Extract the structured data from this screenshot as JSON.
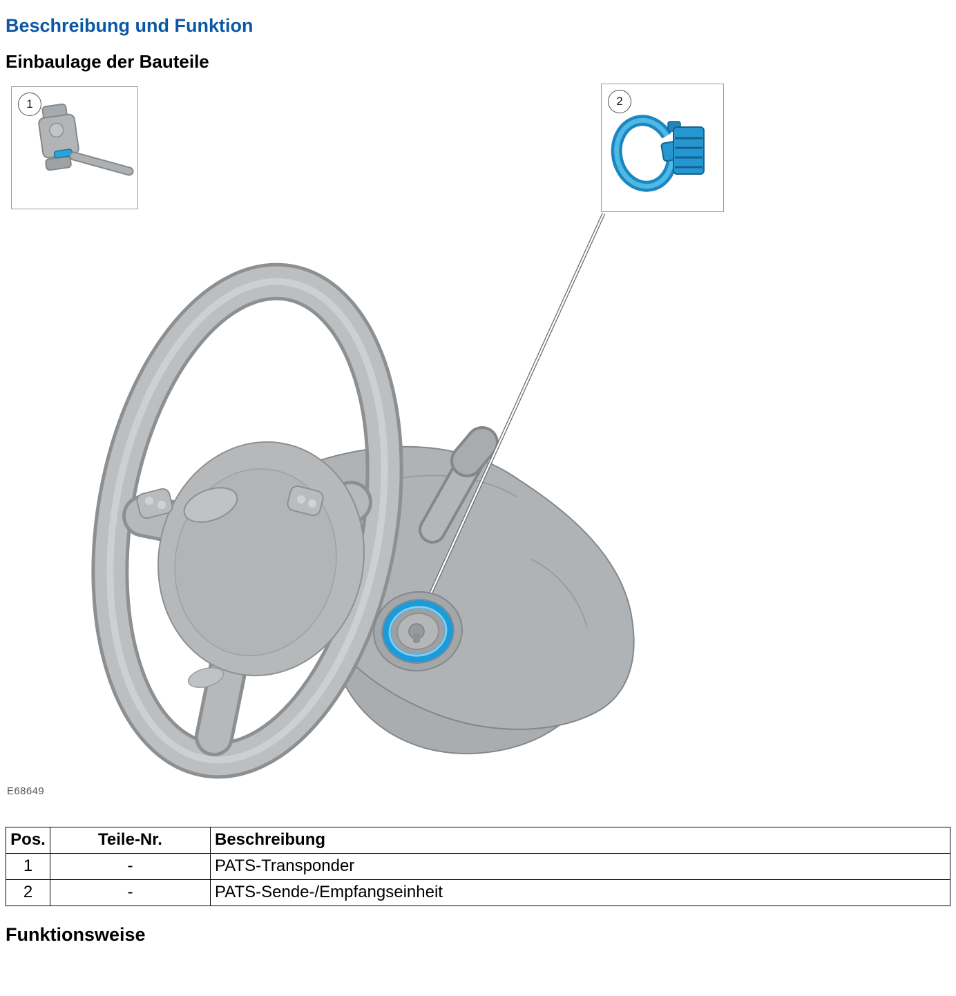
{
  "page": {
    "section_title": "Beschreibung und Funktion",
    "subsection_title": "Einbaulage der Bauteile",
    "figure_label": "E68649",
    "footer_heading": "Funktionsweise"
  },
  "callouts": {
    "box1": "1",
    "box2": "2"
  },
  "colors": {
    "heading_blue": "#0a58a4",
    "component_highlight_blue": "#1d9ad8",
    "diagram_gray": "#b6b8ba"
  },
  "icons": {
    "box1_illustration": "pats-transponder-key-illustration",
    "box2_illustration": "pats-transceiver-ring-illustration",
    "main_illustration": "steering-wheel-and-column-illustration"
  },
  "table": {
    "headers": [
      "Pos.",
      "Teile-Nr.",
      "Beschreibung"
    ],
    "rows": [
      {
        "pos": "1",
        "teile_nr": "-",
        "beschreibung": "PATS-Transponder"
      },
      {
        "pos": "2",
        "teile_nr": "-",
        "beschreibung": "PATS-Sende-/Empfangseinheit"
      }
    ]
  }
}
